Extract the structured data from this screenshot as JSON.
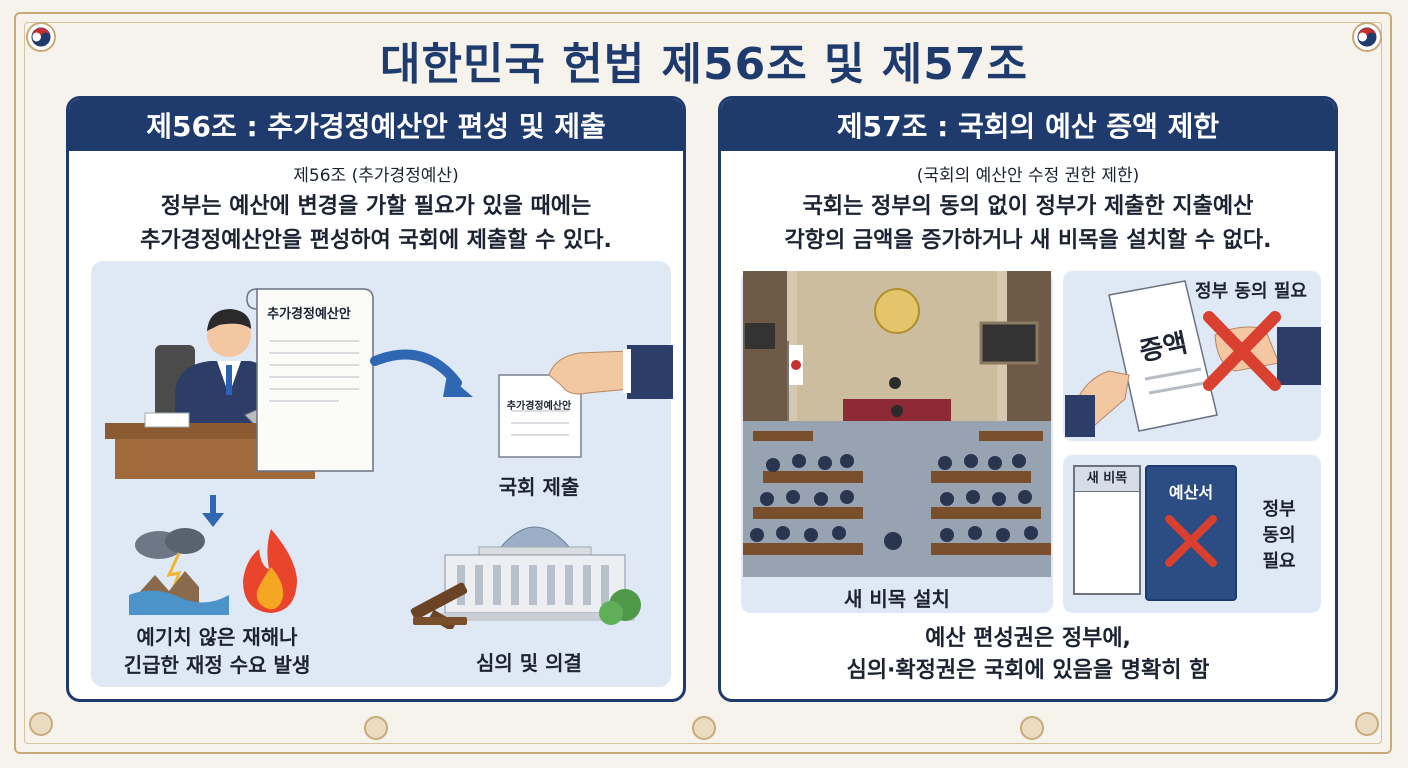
{
  "title": "대한민국 헌법 제56조 및 제57조",
  "left": {
    "header": "제56조 : 추가경정예산안 편성 및 제출",
    "subtitle": "제56조 (추가경정예산)",
    "text_line1": "정부는 예산에 변경을 가할 필요가 있을 때에는",
    "text_line2": "추가경정예산안을 편성하여 국회에 제출할 수 있다.",
    "doc_label": "추가경정예산안",
    "hand_doc_label": "추가경정예산안",
    "submit_label": "국회 제출",
    "disaster_line1": "예기치 않은 재해나",
    "disaster_line2": "긴급한 재정 수요 발생",
    "review_label": "심의 및 의결"
  },
  "right": {
    "header": "제57조 : 국회의 예산 증액 제한",
    "subtitle": "(국회의 예산안 수정 권한 제한)",
    "text_line1": "국회는 정부의 동의 없이 정부가 제출한 지출예산",
    "text_line2": "각항의 금액을 증가하거나 새 비목을 설치할 수 없다.",
    "assembly_caption": "새 비목 설치",
    "consent_label": "정부 동의 필요",
    "increase_label": "증액",
    "new_item_label": "새 비목",
    "budget_book_label": "예산서",
    "consent_vertical": [
      "정부",
      "동의",
      "필요"
    ],
    "footer_line1": "예산 편성권은 정부에,",
    "footer_line2": "심의·확정권은 국회에 있음을 명확히 함"
  },
  "colors": {
    "navy": "#1f3b6e",
    "gold": "#c9ab7a",
    "light_blue": "#dfe9f5",
    "red": "#d9402f"
  }
}
